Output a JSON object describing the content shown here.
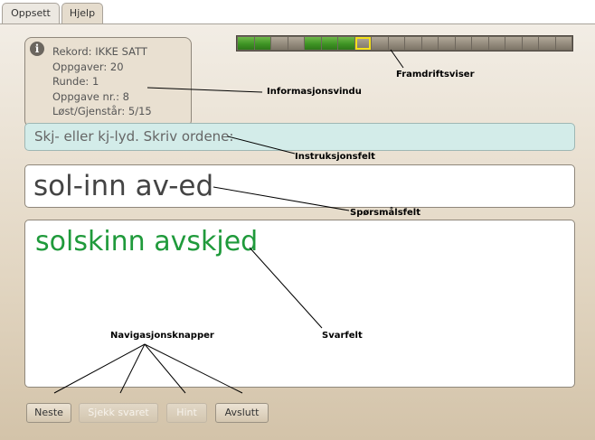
{
  "tabs": [
    {
      "label": "Oppsett"
    },
    {
      "label": "Hjelp"
    }
  ],
  "info": {
    "icon": "info-icon",
    "lines": [
      "Rekord: IKKE SATT",
      "Oppgaver: 20",
      "Runde: 1",
      "Oppgave nr.: 8",
      "Løst/Gjenstår: 5/15"
    ]
  },
  "progress": {
    "segments": 20,
    "done": [
      0,
      1,
      4,
      5,
      6
    ],
    "current": 7
  },
  "instruction": "Skj- eller kj-lyd. Skriv ordene:",
  "question": "sol-inn av-ed",
  "answer": "solskinn avskjed",
  "buttons": {
    "next": "Neste",
    "check": "Sjekk svaret",
    "hint": "Hint",
    "quit": "Avslutt"
  },
  "annotations": {
    "progress": "Framdriftsviser",
    "info": "Informasjonsvindu",
    "instruction": "Instruksjonsfelt",
    "question": "Spørsmålsfelt",
    "answer": "Svarfelt",
    "nav": "Navigasjonsknapper"
  },
  "colors": {
    "answer_text": "#1f9a3b",
    "progress_done": "#3e9424",
    "progress_current_outline": "#f3e11a",
    "instruction_bg": "#d3ece9"
  }
}
